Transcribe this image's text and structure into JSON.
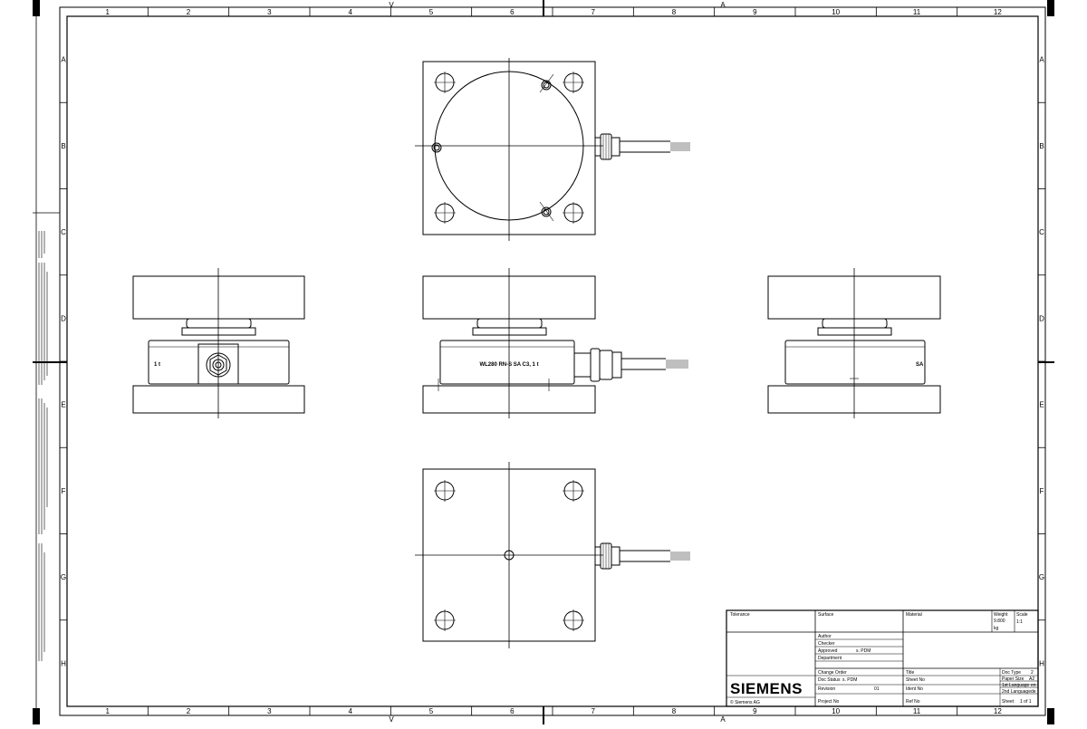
{
  "frame": {
    "columns": [
      "1",
      "2",
      "3",
      "4",
      "5",
      "6",
      "7",
      "8",
      "9",
      "10",
      "11",
      "12"
    ],
    "rows": [
      "A",
      "B",
      "C",
      "D",
      "E",
      "F",
      "G",
      "H"
    ],
    "top_marks": [
      "V",
      "A"
    ],
    "bottom_marks": [
      "V",
      "A"
    ]
  },
  "views": {
    "front_marking": "WL280 RN-S SA C3, 1 t",
    "left_marking": "1 t",
    "right_marking": "SA"
  },
  "title_block": {
    "brand": "SIEMENS",
    "copyright": "© Siemens AG",
    "tolerance": "Tolerance",
    "surface": "Surface",
    "material": "Material",
    "weight_label": "Weight",
    "weight_value": "9.800",
    "weight_unit": "kg",
    "scale_label": "Scale",
    "scale_value": "1:1",
    "author_label": "Author",
    "checker_label": "Checker",
    "approved_label": "Approved",
    "approved_value": "s. PDM",
    "department_label": "Department",
    "change_order_label": "Change Order",
    "doc_status_label": "Doc Status",
    "doc_status_value": "s. PDM",
    "revision_label": "Revision",
    "revision_value": "01",
    "project_label": "Project No",
    "title_label": "Title",
    "sheet_no_label": "Sheet No",
    "ident_no_label": "Ident No",
    "ref_no_label": "Ref No",
    "doc_type_label": "Doc Type",
    "doc_type_value": "2",
    "paper_size_label": "Paper Size",
    "paper_size_value": "A2",
    "first_language_label": "1st Language",
    "first_language_value": "en",
    "second_language_label": "2nd Language",
    "second_language_value": "de",
    "sheet_label": "Sheet",
    "sheet_value": "1 of 1"
  }
}
